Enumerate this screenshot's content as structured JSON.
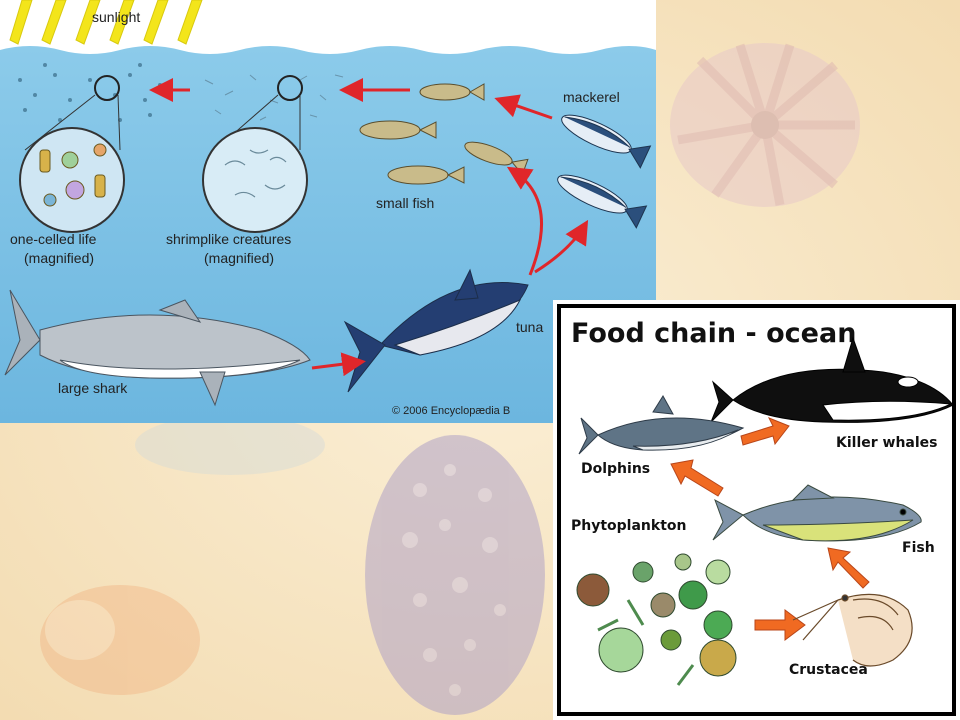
{
  "ocean_diagram": {
    "labels": {
      "sunlight": "sunlight",
      "mackerel": "mackerel",
      "small_fish": "small fish",
      "one_celled_1": "one-celled life",
      "one_celled_2": "(magnified)",
      "shrimp_1": "shrimplike creatures",
      "shrimp_2": "(magnified)",
      "tuna": "tuna",
      "large_shark": "large shark",
      "copyright": "© 2006 Encyclopædia B"
    },
    "colors": {
      "water": "#7fc1e4",
      "arrow": "#e0262a",
      "sun": "#f3e51b"
    }
  },
  "food_chain": {
    "title": "Food chain - ocean",
    "labels": {
      "killer_whales": "Killer whales",
      "dolphins": "Dolphins",
      "phytoplankton": "Phytoplankton",
      "fish": "Fish",
      "crustacea": "Crustacea"
    },
    "colors": {
      "arrow": "#f06a22",
      "frame": "#000000"
    }
  }
}
